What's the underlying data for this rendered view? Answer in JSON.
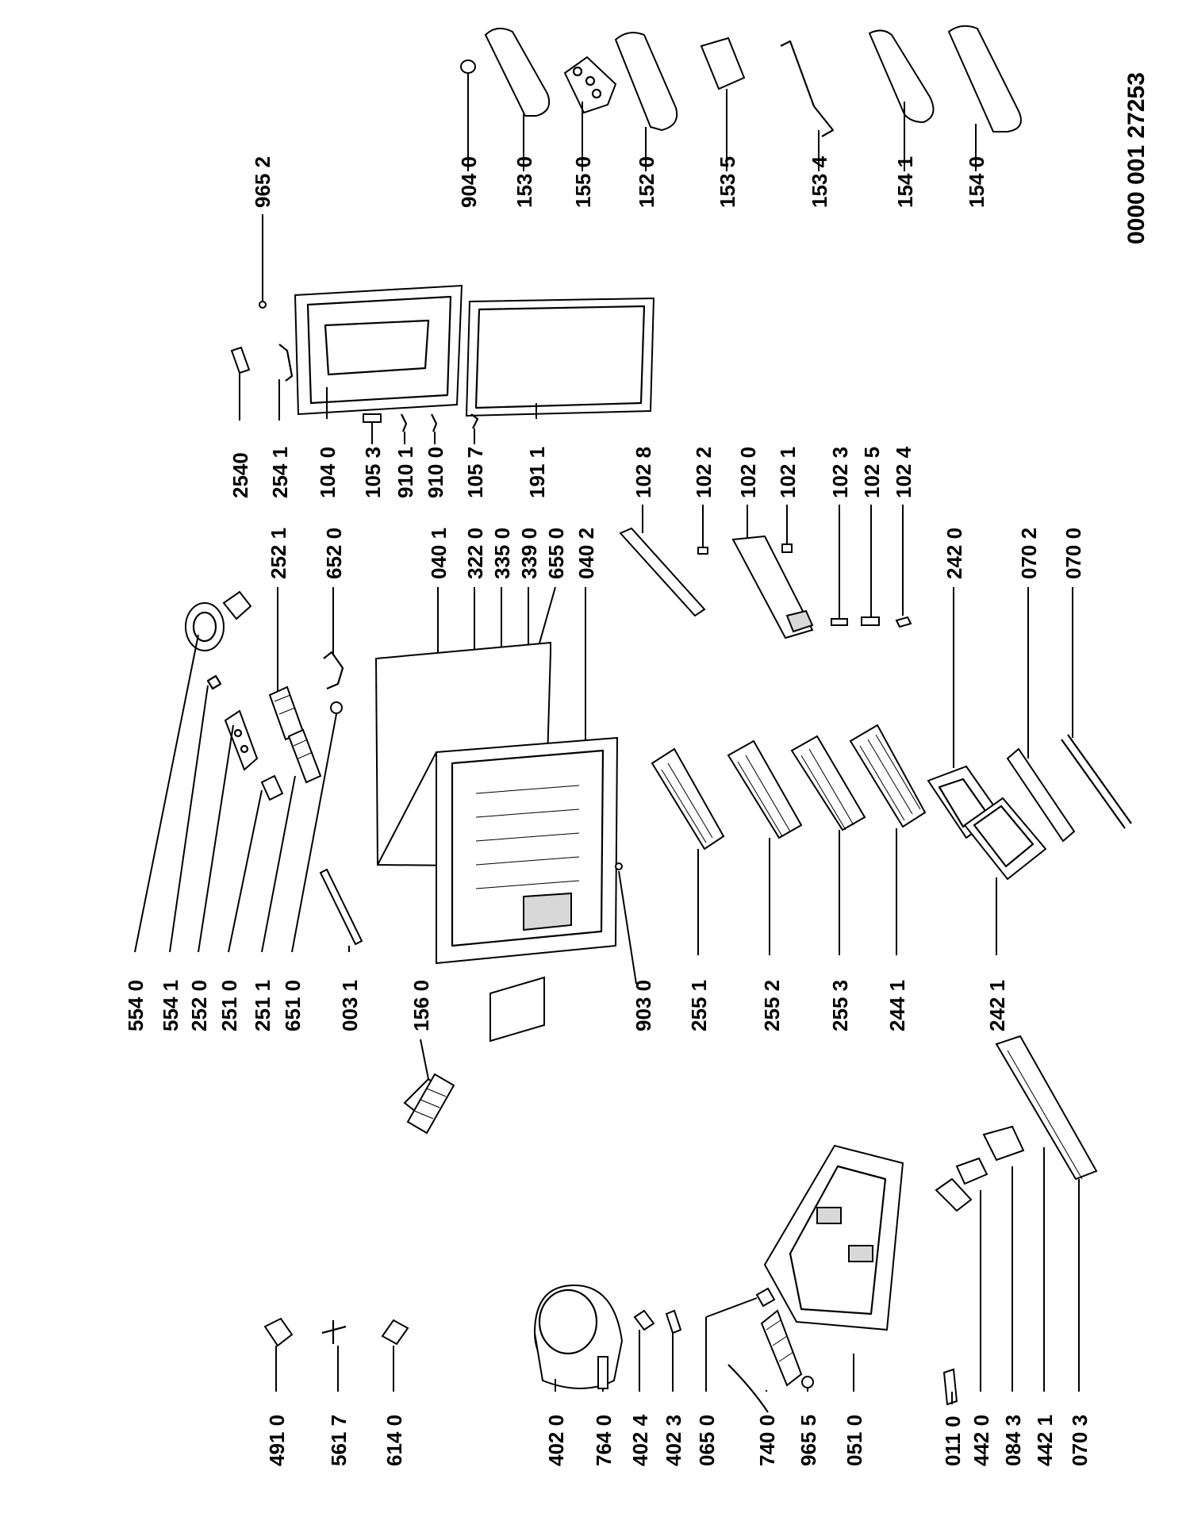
{
  "document_code": "0000 001 27253",
  "labels": {
    "l9040": "904 0",
    "l1530": "153 0",
    "l1550": "155 0",
    "l1520": "152 0",
    "l1535": "153 5",
    "l1534": "153 4",
    "l1541": "154 1",
    "l1540": "154 0",
    "l9652": "965 2",
    "l2540": "2540",
    "l2541": "254 1",
    "l1040": "104 0",
    "l1053": "105 3",
    "l9101": "910 1",
    "l9100": "910 0",
    "l1057": "105 7",
    "l1911": "191 1",
    "l1028": "102 8",
    "l1022": "102 2",
    "l1020": "102 0",
    "l1021": "102 1",
    "l1023": "102 3",
    "l1025": "102 5",
    "l1024": "102 4",
    "l2521": "252 1",
    "l6520": "652 0",
    "l0401": "040 1",
    "l3220": "322 0",
    "l3350": "335 0",
    "l3390": "339 0",
    "l6550": "655 0",
    "l0402": "040 2",
    "l2420": "242 0",
    "l0702": "070 2",
    "l0700": "070 0",
    "l5540": "554 0",
    "l5541": "554 1",
    "l2520": "252 0",
    "l2510": "251 0",
    "l2511": "251 1",
    "l6510": "651 0",
    "l0031": "003 1",
    "l1560": "156 0",
    "l9030": "903 0",
    "l2551": "255 1",
    "l2552": "255 2",
    "l2553": "255 3",
    "l2441": "244 1",
    "l2421": "242 1",
    "l4910": "491 0",
    "l5617": "561 7",
    "l6140": "614 0",
    "l4020": "402 0",
    "l7640": "764 0",
    "l4024": "402 4",
    "l4023": "402 3",
    "l0650": "065 0",
    "l7400": "740 0",
    "l9655": "965 5",
    "l0510": "051 0",
    "l0110": "011 0",
    "l4420": "442 0",
    "l0843": "084 3",
    "l4421": "442 1",
    "l0703": "070 3"
  }
}
